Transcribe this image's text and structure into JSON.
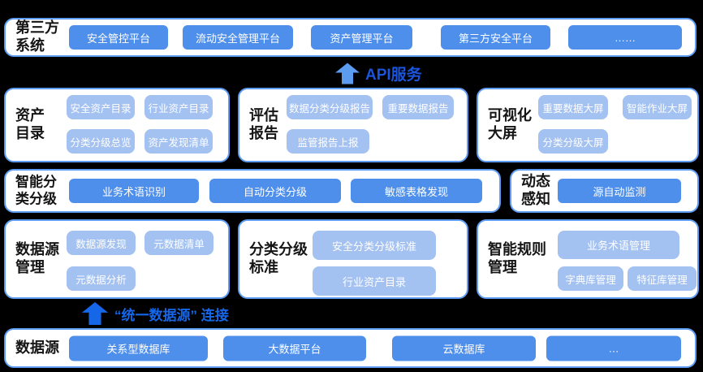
{
  "colors": {
    "background": "#000000",
    "panel_bg": "#ffffff",
    "panel_border": "#5F9CF3",
    "button_dark": "#4E8FEB",
    "button_light": "#A3C1F1",
    "button_text": "#ffffff",
    "title_text": "#151515",
    "api_arrow": "#5B9BF0",
    "api_text": "#1B55DD",
    "connect_arrow": "#1667E8"
  },
  "panels": {
    "third_party": {
      "title": "第三方\n系统",
      "buttons": [
        "安全管控平台",
        "流动安全管理平台",
        "资产管理平台",
        "第三方安全平台",
        "……"
      ]
    },
    "asset_catalog": {
      "title": "资产\n目录",
      "buttons": [
        "安全资产目录",
        "行业资产目录",
        "分类分级总览",
        "资产发现清单"
      ]
    },
    "assessment_report": {
      "title": "评估\n报告",
      "buttons": [
        "数据分类分级报告",
        "重要数据报告",
        "监管报告上报"
      ]
    },
    "visualization": {
      "title": "可视化\n大屏",
      "buttons": [
        "重要数据大屏",
        "智能作业大屏",
        "分类分级大屏"
      ]
    },
    "intelligent_classify": {
      "title": "智能分\n类分级",
      "buttons": [
        "业务术语识别",
        "自动分类分级",
        "敏感表格发现"
      ]
    },
    "dynamic_sense": {
      "title": "动态\n感知",
      "buttons": [
        "源自动监测"
      ]
    },
    "datasource_mgmt": {
      "title": "数据源\n管理",
      "buttons": [
        "数据源发现",
        "元数据清单",
        "元数据分析"
      ]
    },
    "classify_standard": {
      "title": "分类分级\n标准",
      "buttons": [
        "安全分类分级标准",
        "行业资产目录"
      ]
    },
    "rule_mgmt": {
      "title": "智能规则\n管理",
      "buttons": [
        "业务术语管理",
        "字典库管理",
        "特征库管理"
      ]
    },
    "datasource": {
      "title": "数据源",
      "buttons": [
        "关系型数据库",
        "大数据平台",
        "云数据库",
        "…"
      ]
    }
  },
  "arrows": {
    "api": {
      "label": "API服务"
    },
    "unified": {
      "label": "“统一数据源” 连接"
    }
  }
}
